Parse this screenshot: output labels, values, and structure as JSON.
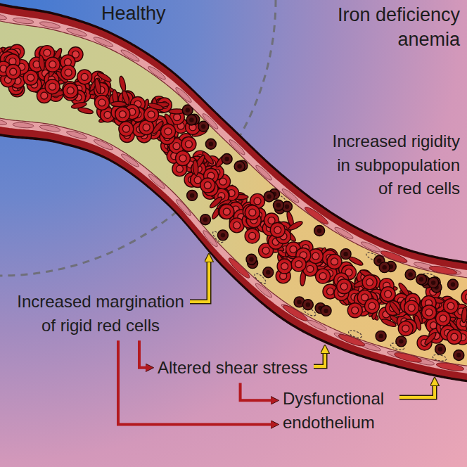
{
  "diagram": {
    "nodes": [
      {
        "text": [
          "Increased margination of rigid red cells"
        ]
      },
      {
        "text": [
          "Altered shear stress"
        ]
      },
      {
        "text": [
          "Dysfunctional endothelium"
        ]
      }
    ],
    "edges": [
      {
        "from": 0,
        "to": 1,
        "arrow": "to"
      },
      {
        "from": 0,
        "to": 2,
        "arrow": "to"
      },
      {
        "from": 1,
        "to": 2,
        "arrow": "to"
      }
    ],
    "labels": [
      "Healthy",
      "Iron deficiency anemia",
      "Increased rigidity in subpopulation of red cells"
    ]
  }
}
